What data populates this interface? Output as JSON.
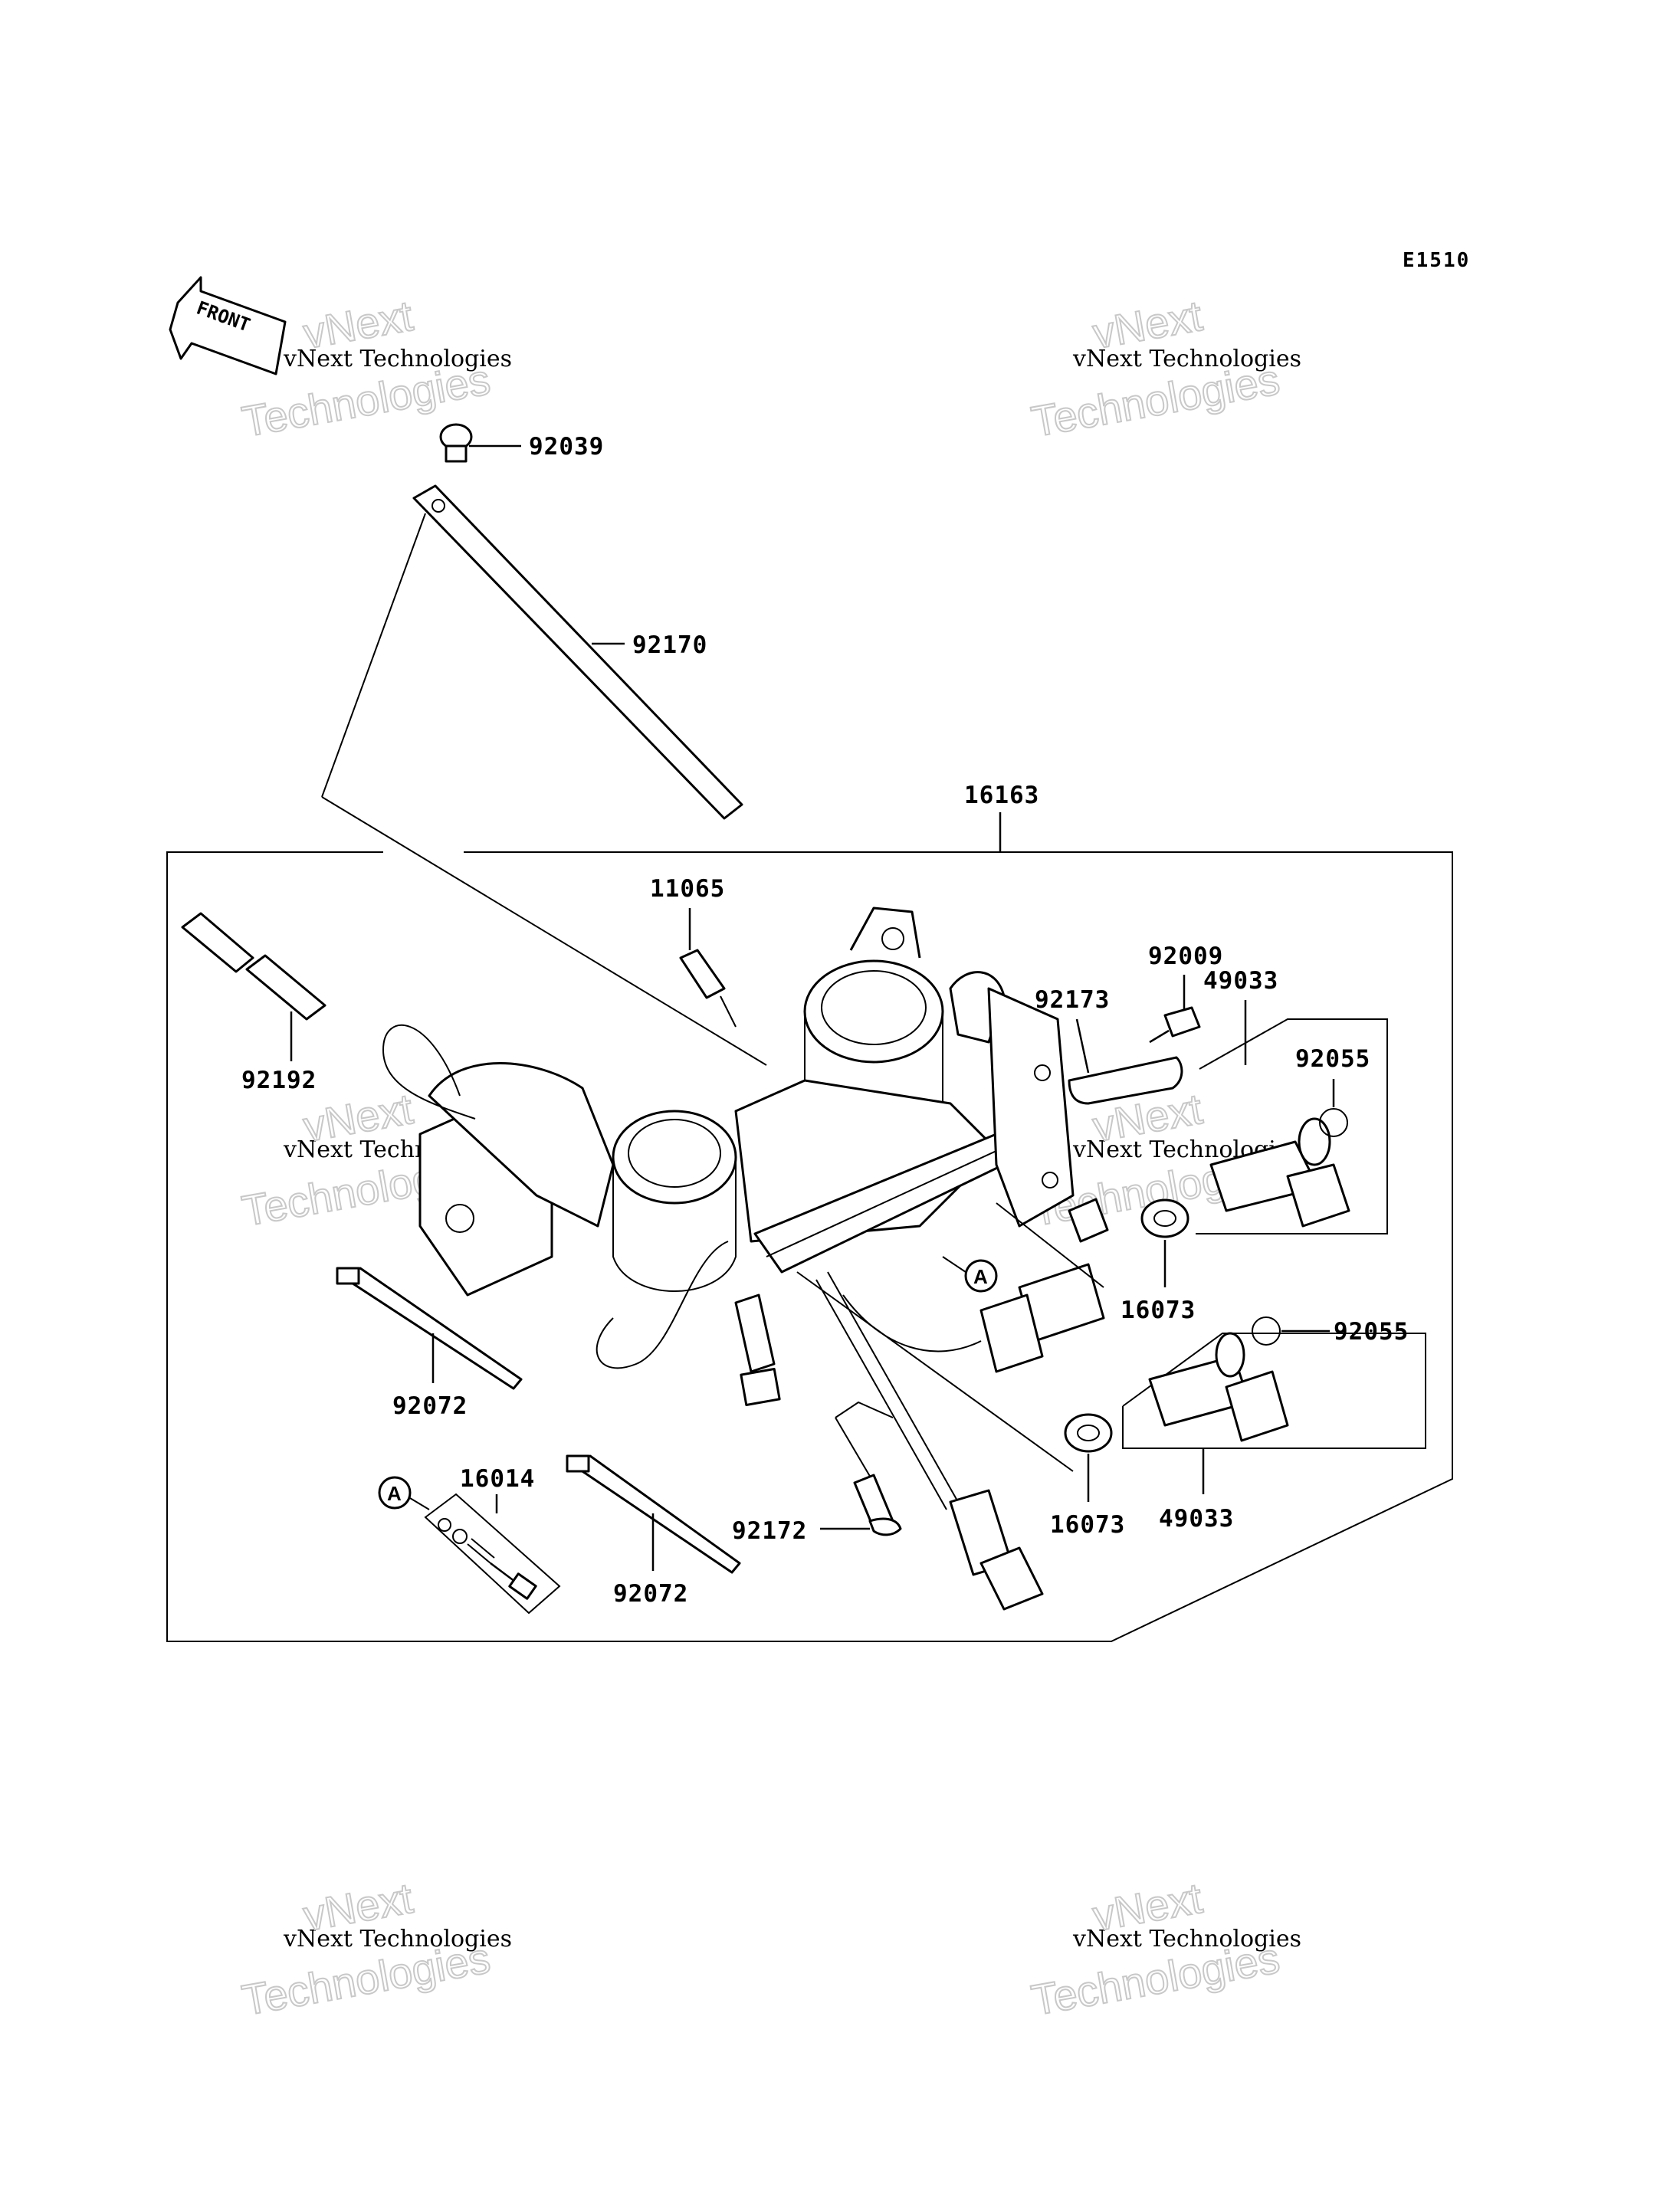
{
  "diagram": {
    "code": "E1510",
    "front_label": "FRONT",
    "ref_marker": "A",
    "watermark": {
      "line1": "vNext Technologies",
      "line2": "vNext",
      "line3": "Technologies"
    },
    "parts": {
      "p92039": "92039",
      "p92170": "92170",
      "p16163": "16163",
      "p11065": "11065",
      "p92009": "92009",
      "p49033a": "49033",
      "p92173": "92173",
      "p92055a": "92055",
      "p92192": "92192",
      "p16073a": "16073",
      "p92055b": "92055",
      "p92072a": "92072",
      "p16014": "16014",
      "p92172": "92172",
      "p16073b": "16073",
      "p49033b": "49033",
      "p92072b": "92072"
    }
  }
}
